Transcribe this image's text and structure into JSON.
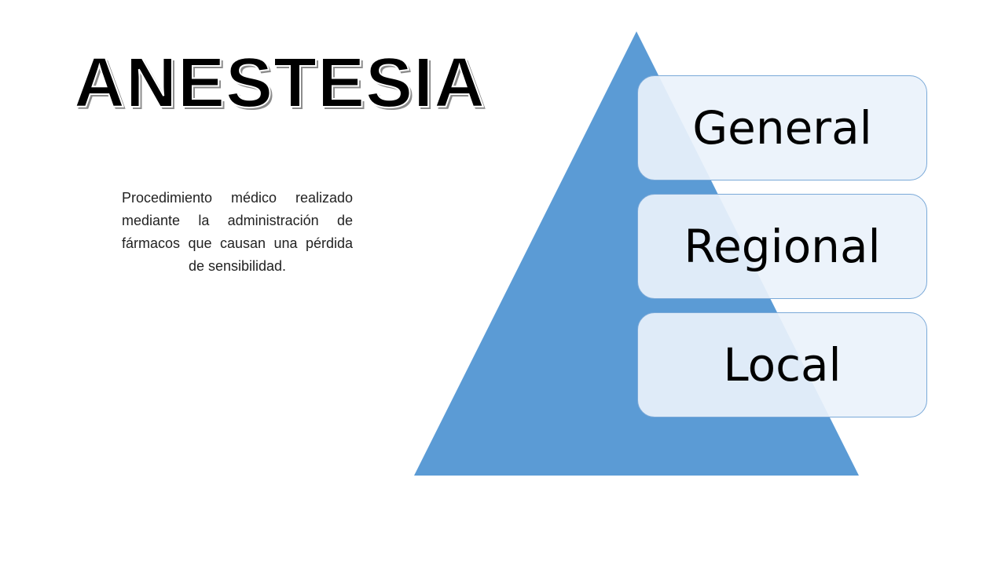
{
  "slide": {
    "title": "ANESTESIA",
    "description": "Procedimiento médico realizado mediante la administración de fármacos que causan una pérdida de sensibilidad."
  },
  "pyramid": {
    "fill_color": "#5b9bd5",
    "box_border_color": "#7aa9d8",
    "levels": [
      {
        "label": "General"
      },
      {
        "label": "Regional"
      },
      {
        "label": "Local"
      }
    ]
  }
}
